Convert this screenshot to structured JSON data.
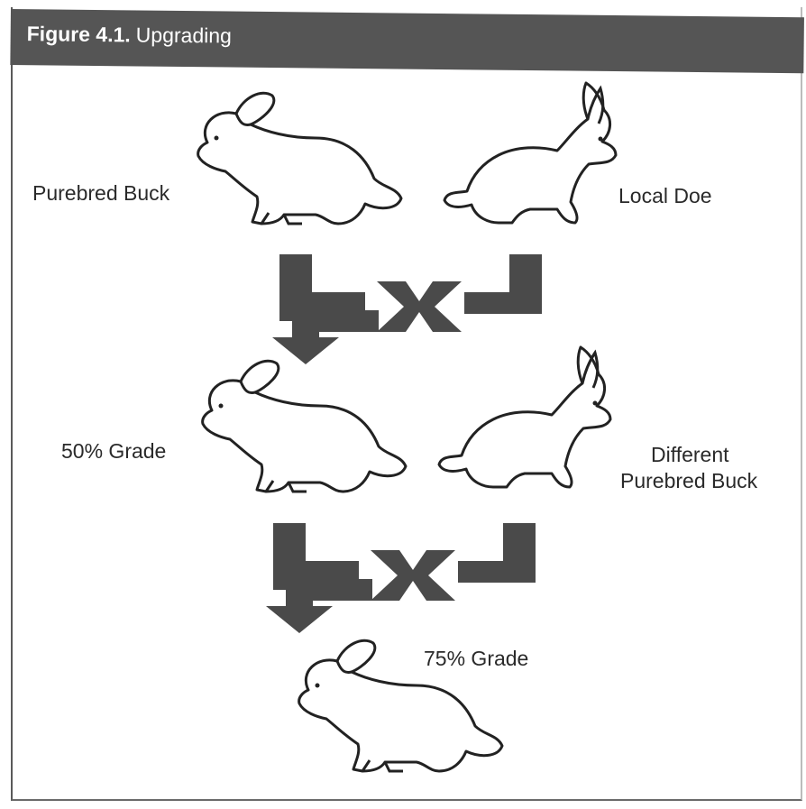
{
  "figure": {
    "number": "Figure 4.1.",
    "title": "Upgrading"
  },
  "nodes": {
    "purebred_buck": "Purebred Buck",
    "local_doe": "Local Doe",
    "grade_50": "50% Grade",
    "different_buck_line1": "Different",
    "different_buck_line2": "Purebred Buck",
    "grade_75": "75% Grade"
  },
  "connectors": {
    "cross_symbol": "X"
  },
  "colors": {
    "header": "#555555",
    "arrow": "#4a4a4a",
    "outline": "#222222"
  }
}
